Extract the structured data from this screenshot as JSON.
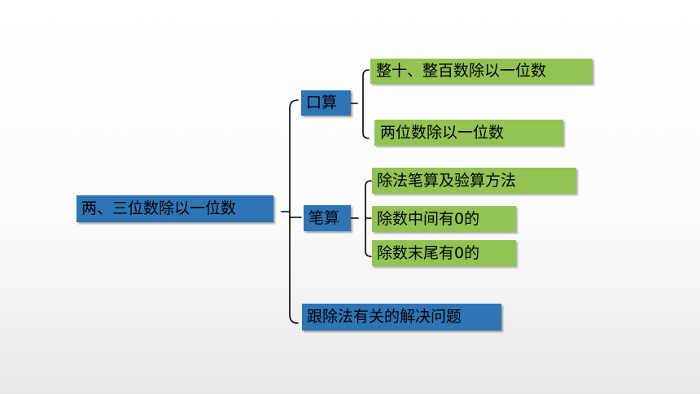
{
  "root": "两、三位数除以一位数",
  "branches": {
    "kousuan": {
      "label": "口算",
      "items": [
        "整十、整百数除以一位数",
        "两位数除以一位数"
      ]
    },
    "bisuan": {
      "label": "笔算",
      "items": [
        "除法笔算及验算方法",
        "除数中间有0的",
        "除数末尾有0的"
      ]
    },
    "problems": {
      "label": "跟除法有关的解决问题"
    }
  },
  "colors": {
    "node_blue": "#2e75b6",
    "leaf_green": "#92c353",
    "line": "#000000"
  }
}
